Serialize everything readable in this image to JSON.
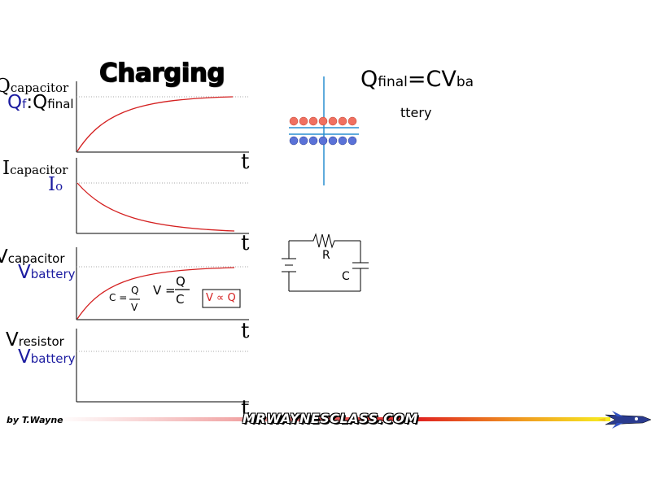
{
  "title": "Charging",
  "equation": {
    "main": "Q",
    "sub1": "final",
    "mid": "=CV",
    "sub2": "ba",
    "cont": "ttery"
  },
  "graphs": [
    {
      "ylabel_main": "Q",
      "ylabel_sub": "capacitor",
      "value_main": "Q",
      "value_sub1": "f",
      "value_sep": ":Q",
      "value_sub2": "final",
      "xlabel": "t"
    },
    {
      "ylabel_main": "I",
      "ylabel_sub": "capacitor",
      "value_main": "I",
      "value_sub": "o",
      "xlabel": "t"
    },
    {
      "ylabel_main": "V",
      "ylabel_sub": "capacitor",
      "value_main": "V",
      "value_sub": "battery",
      "xlabel": "t"
    },
    {
      "ylabel_main": "V",
      "ylabel_sub": "resistor",
      "value_main": "V",
      "value_sub": "battery",
      "xlabel": "t"
    }
  ],
  "formulas": {
    "c_lhs": "C =",
    "frac1_num": "Q",
    "frac1_den": "V",
    "v_lhs": "V =",
    "frac2_num": "Q",
    "frac2_den": "C",
    "proportional": "V ∝ Q"
  },
  "circuit": {
    "resistor_label": "R",
    "capacitor_label": "C"
  },
  "footer": {
    "byline": "by T.Wayne",
    "brand": "MRWAYNESCLASS.COM"
  },
  "colors": {
    "curve": "#d42020",
    "accent_blue": "#1b1ba0",
    "plate_line": "#2a8fd0",
    "charge_positive": "#f07060",
    "charge_negative": "#5a72d8"
  }
}
